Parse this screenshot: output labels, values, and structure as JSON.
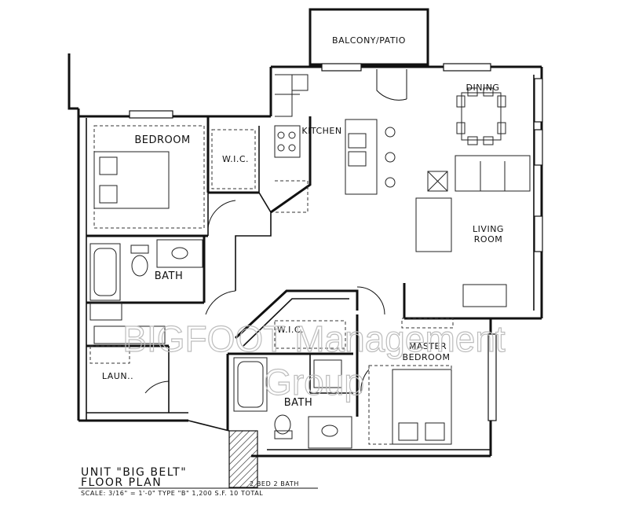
{
  "plan": {
    "rooms": {
      "balcony": "BALCONY/PATIO",
      "dining": "DINING",
      "kitchen": "KITCHEN",
      "bedroom": "BEDROOM",
      "wic_top": "W.I.C.",
      "bath_top": "BATH",
      "living_line1": "LIVING",
      "living_line2": "ROOM",
      "wic_bottom": "W.I.C.",
      "master_line1": "MASTER",
      "master_line2": "BEDROOM",
      "laundry": "LAUN..",
      "bath_bottom": "BATH"
    },
    "title_line1": "UNIT \"BIG BELT\"",
    "title_line2": "FLOOR PLAN",
    "bed_bath": "2 BED 2 BATH",
    "scale_line": "SCALE: 3/16\" = 1'-0\"  TYPE \"B\"  1,200 S.F.  10 TOTAL"
  },
  "watermark": {
    "line1": "BIGFOOT Management",
    "line2": "Group"
  }
}
